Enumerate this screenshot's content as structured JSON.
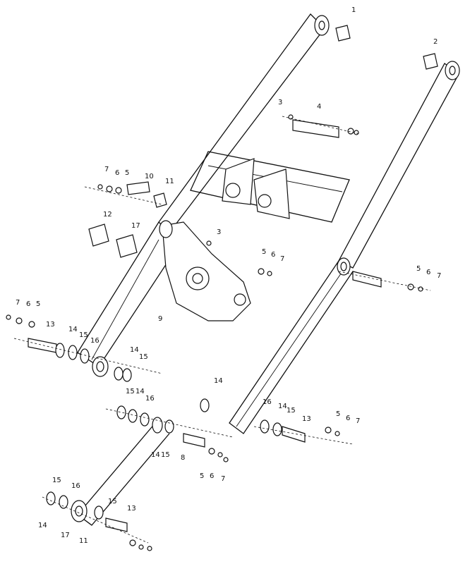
{
  "labels": [
    "1",
    "2",
    "3",
    "4",
    "5",
    "6",
    "7",
    "8",
    "9",
    "10",
    "11",
    "12",
    "13",
    "14",
    "15",
    "16",
    "17"
  ]
}
